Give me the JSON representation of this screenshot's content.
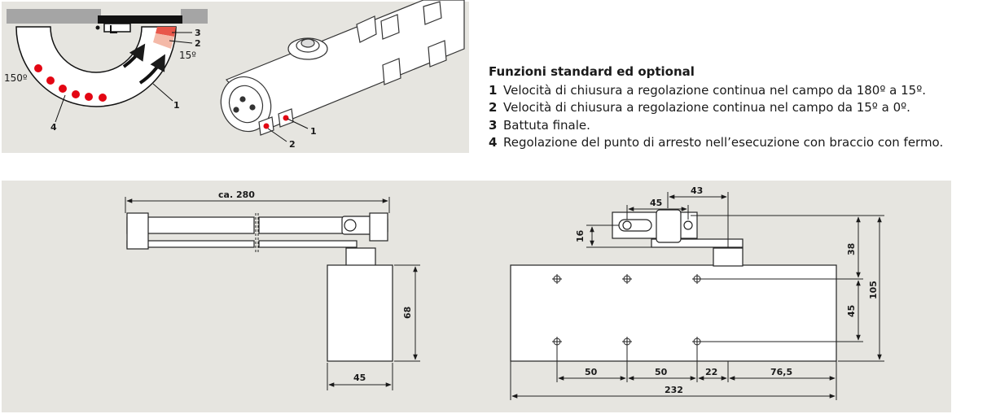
{
  "legend": {
    "title": "Funzioni standard ed optional",
    "items": [
      {
        "num": "1",
        "text": "Velocità di chiusura a regolazione continua nel campo da 180º a 15º."
      },
      {
        "num": "2",
        "text": "Velocità di chiusura a regolazione continua nel campo da 15º a 0º."
      },
      {
        "num": "3",
        "text": "Battuta finale."
      },
      {
        "num": "4",
        "text": "Regolazione del punto di arresto nell’esecuzione con braccio con fermo."
      }
    ]
  },
  "arc_diagram": {
    "angle_150": "150º",
    "angle_15": "15º",
    "callouts": [
      "1",
      "2",
      "3",
      "4"
    ]
  },
  "perspective": {
    "callouts": [
      "1",
      "2"
    ]
  },
  "side_view": {
    "width_label": "ca. 280",
    "height_label": "68",
    "body_width_label": "45"
  },
  "front_view": {
    "dim_45_top": "45",
    "dim_43": "43",
    "dim_16": "16",
    "dim_38": "38",
    "dim_105": "105",
    "dim_45_right": "45",
    "dim_50_a": "50",
    "dim_50_b": "50",
    "dim_22": "22",
    "dim_76_5": "76,5",
    "dim_232": "232"
  },
  "colors": {
    "panel_bg": "#e6e5e0",
    "red_dot": "#e30613",
    "zone_3": "#e8574a",
    "zone_2": "#f4b9a8",
    "line": "#1a1a1a"
  }
}
